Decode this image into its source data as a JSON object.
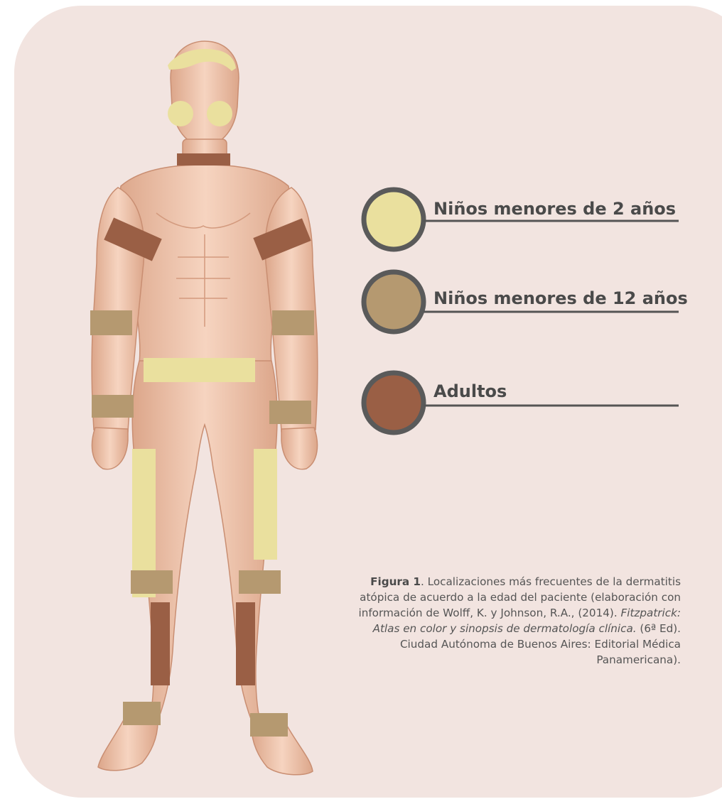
{
  "colors": {
    "background": "#f2e4e0",
    "under_2": "#eae09e",
    "under_12": "#b59970",
    "adults": "#9a5f45"
  },
  "legend": [
    {
      "label": "Niños menores de 2 años",
      "color_key": "under_2"
    },
    {
      "label": "Niños menores de 12 años",
      "color_key": "under_12"
    },
    {
      "label": "Adultos",
      "color_key": "adults"
    }
  ],
  "caption": {
    "figure_label": "Figura 1",
    "text_1": ". Localizaciones más frecuentes de la dermatitis atópica de acuerdo a la edad del paciente (elaboración con información de Wolff, K. y Johnson, R.A., (2014). ",
    "title_italic": "Fitzpatrick: Atlas en color y sinopsis de dermatología clínica.",
    "text_2": " (6ª Ed). Ciudad Autónoma de Buenos Aires: Editorial Médica Panamericana)."
  },
  "regions": [
    {
      "name": "scalp",
      "group": "under_2"
    },
    {
      "name": "cheeks",
      "group": "under_2"
    },
    {
      "name": "neck",
      "group": "adults"
    },
    {
      "name": "upper-arms",
      "group": "adults"
    },
    {
      "name": "elbow-folds",
      "group": "under_12"
    },
    {
      "name": "wrists",
      "group": "under_12"
    },
    {
      "name": "diaper-area",
      "group": "under_2"
    },
    {
      "name": "thighs",
      "group": "under_2"
    },
    {
      "name": "knee-folds",
      "group": "under_12"
    },
    {
      "name": "shins",
      "group": "adults"
    },
    {
      "name": "ankles",
      "group": "under_12"
    }
  ]
}
